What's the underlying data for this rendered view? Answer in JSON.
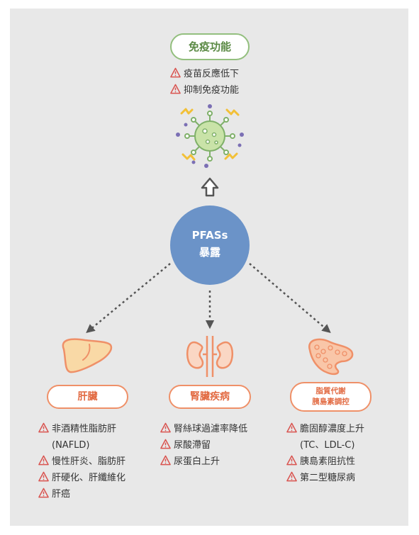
{
  "center": {
    "line1": "PFASs",
    "line2": "暴露"
  },
  "immune": {
    "title": "免疫功能",
    "effects": [
      "疫苗反應低下",
      "抑制免疫功能"
    ],
    "icon": "virus-icon"
  },
  "liver": {
    "title": "肝臟",
    "effects": [
      [
        "非酒精性脂肪肝",
        "(NAFLD)"
      ],
      [
        "慢性肝炎、脂肪肝"
      ],
      [
        "肝硬化、肝纖維化"
      ],
      [
        "肝癌"
      ]
    ],
    "icon": "liver-icon"
  },
  "kidney": {
    "title": "腎臟疾病",
    "effects": [
      [
        "腎絲球過濾率降低"
      ],
      [
        "尿酸滯留"
      ],
      [
        "尿蛋白上升"
      ]
    ],
    "icon": "kidney-icon"
  },
  "pancreas": {
    "title_line1": "脂質代謝",
    "title_line2": "胰島素調控",
    "effects": [
      [
        "膽固醇濃度上升",
        "(TC、LDL-C)"
      ],
      [
        "胰島素阻抗性"
      ],
      [
        "第二型糖尿病"
      ]
    ],
    "icon": "pancreas-icon"
  },
  "colors": {
    "green": "#93bf7e",
    "orange": "#ef9068",
    "blue": "#6b93c8",
    "warning_red": "#d9534f"
  }
}
